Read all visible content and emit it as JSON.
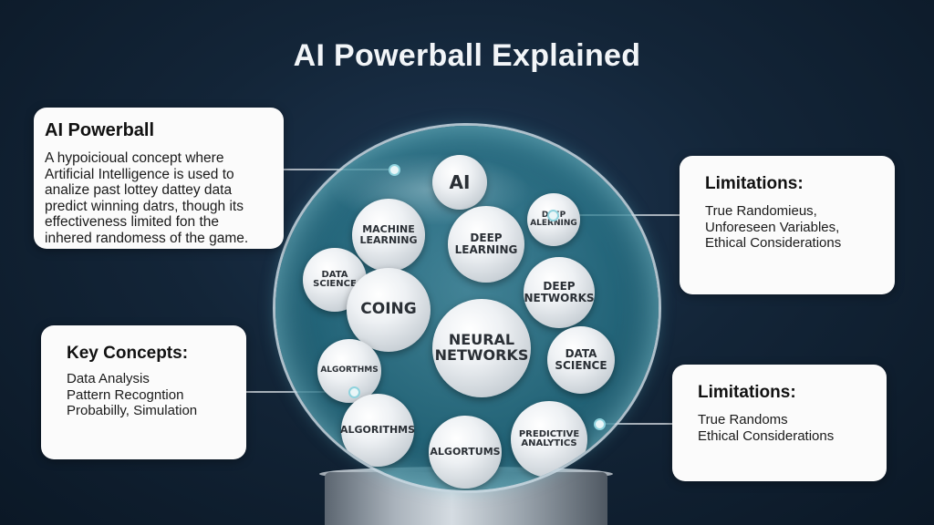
{
  "title": "AI Powerball Explained",
  "boxes": {
    "ai_powerball": {
      "title": "AI Powerball",
      "lines": [
        "A hypoicioual concept where",
        "Artificial Intelligence is used to",
        "analize past lottey dattey data",
        "predict winning datrs, though its",
        "effectiveness limited fon the",
        "inhered randomess of the game."
      ]
    },
    "key_concepts": {
      "title": "Key Concepts:",
      "lines": [
        "Data Analysis",
        "Pattern Recogntion",
        "Probabilly, Simulation"
      ]
    },
    "limitations_1": {
      "title": "Limitations:",
      "lines": [
        "True Randomieus,",
        "Unforeseen Variables,",
        "Ethical Considerations"
      ]
    },
    "limitations_2": {
      "title": "Limitations:",
      "lines": [
        "True Randoms",
        "Ethical Considerations"
      ]
    }
  },
  "balls": {
    "ai": [
      "AI"
    ],
    "machine_learning": [
      "MACHINE",
      "LEARNING"
    ],
    "deep_learning": [
      "DEEP",
      "LEARNING"
    ],
    "deep_alerning": [
      "DEEP",
      "ALERNING"
    ],
    "data_science_1": [
      "DATA",
      "SCIENCE"
    ],
    "coing": [
      "COING"
    ],
    "deep_networks": [
      "DEEP",
      "NETWORKS"
    ],
    "neural_networks": [
      "NEURAL",
      "NETWORKS"
    ],
    "algorthms": [
      "ALGORTHMS"
    ],
    "data_science_2": [
      "DATA",
      "SCIENCE"
    ],
    "algorithms": [
      "ALGORITHMS"
    ],
    "algortums": [
      "ALGORTUMS"
    ],
    "predictive_analytics": [
      "PREDICTIVE",
      "ANALYTICS"
    ]
  },
  "colors": {
    "background": "#132538",
    "globe": "#3a8c9c",
    "connector": "#d7dde3",
    "box": "#fbfbfb"
  }
}
